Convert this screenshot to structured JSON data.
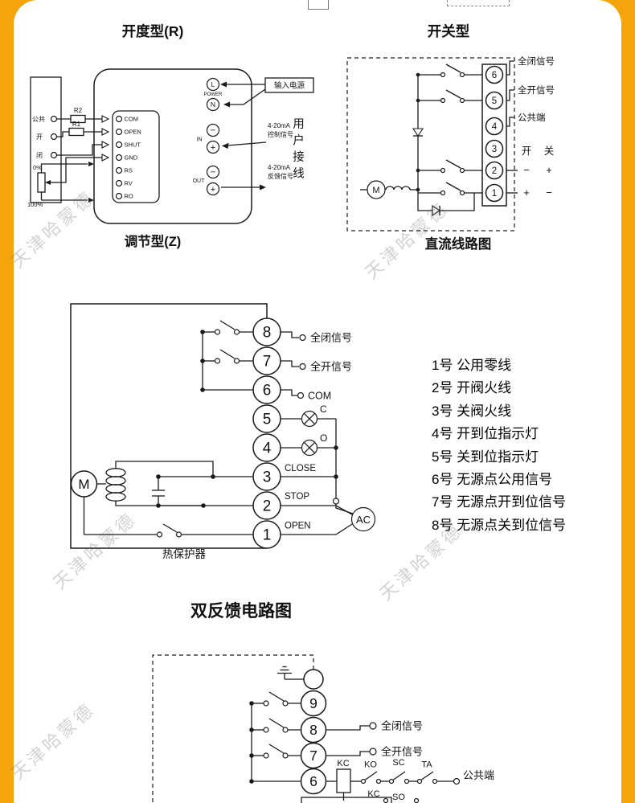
{
  "watermark": "天津哈蒙德",
  "colors": {
    "border_orange": "#f6a40b"
  },
  "opening_type": {
    "title": "开度型(R)",
    "subtitle": "调节型(Z)",
    "outer_terminals": [
      "公共",
      "开",
      "闭"
    ],
    "r2": "R2",
    "r1": "R1",
    "pot_top": "0%",
    "pot_bottom": "100%",
    "board_terminals": [
      "COM",
      "OPEN",
      "SHUT",
      "GND",
      "RS",
      "RV",
      "RO"
    ],
    "l": "L",
    "n": "N",
    "power": "POWER",
    "in_label": "IN",
    "out_label": "OUT",
    "minus": "−",
    "plus": "+",
    "input_power": "输入电源",
    "ctrl_line1": "4-20mA",
    "ctrl_line2": "控制信号",
    "fb_line1": "4-20mA",
    "fb_line2": "反馈信号",
    "user_wiring": "用户接线"
  },
  "switch_type": {
    "title": "开关型",
    "subtitle": "直流线路图",
    "terminals": [
      "6",
      "5",
      "4",
      "3",
      "2",
      "1"
    ],
    "label_closed": "全闭信号",
    "label_open": "全开信号",
    "label_common": "公共端",
    "open_char": "开",
    "close_char": "关",
    "minus": "−",
    "plus": "+",
    "motor": "M"
  },
  "double_feedback": {
    "title": "双反馈电路图",
    "terminals": [
      "8",
      "7",
      "6",
      "5",
      "4",
      "3",
      "2",
      "1"
    ],
    "label_closed": "全闭信号",
    "label_open": "全开信号",
    "label_com": "COM",
    "lamp_c": "C",
    "lamp_o": "O",
    "close": "CLOSE",
    "stop": "STOP",
    "open": "OPEN",
    "ac": "AC",
    "motor": "M",
    "thermal": "热保护器",
    "legend": [
      "1号 公用零线",
      "2号 开阀火线",
      "3号 关阀火线",
      "4号 开到位指示灯",
      "5号 关到位指示灯",
      "6号 无源点公用信号",
      "7号 无源点开到位信号",
      "8号 无源点关到位信号"
    ]
  },
  "bottom_diagram": {
    "terminals": [
      "9",
      "8",
      "7",
      "6"
    ],
    "label_closed": "全闭信号",
    "label_open": "全开信号",
    "label_common": "公共端",
    "kc": "KC",
    "ko": "KO",
    "sc": "SC",
    "ta": "TA",
    "kc2": "KC",
    "so": "SO"
  }
}
